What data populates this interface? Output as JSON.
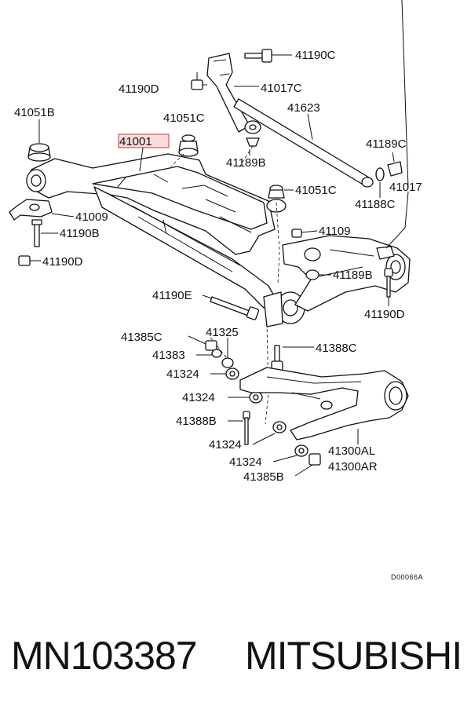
{
  "labels": {
    "l41190C_top": "41190C",
    "l41190D_top": "41190D",
    "l41017C": "41017C",
    "l41051B": "41051B",
    "l41051C_top": "41051C",
    "l41623": "41623",
    "l41001": "41001",
    "l41189B_top": "41189B",
    "l41189C": "41189C",
    "l41051C_mid": "41051C",
    "l41017": "41017",
    "l41188C": "41188C",
    "l41009": "41009",
    "l41190B": "41190B",
    "l41109": "41109",
    "l41190D_left": "41190D",
    "l41189B_right": "41189B",
    "l41190E": "41190E",
    "l41190D_right": "41190D",
    "l41385C": "41385C",
    "l41325": "41325",
    "l41388C": "41388C",
    "l41383": "41383",
    "l41324_a": "41324",
    "l41324_b": "41324",
    "l41388B": "41388B",
    "l41324_c": "41324",
    "l41300AL": "41300AL",
    "l41324_d": "41324",
    "l41300AR": "41300AR",
    "l41385B": "41385B"
  },
  "diagram_code": "D00066A",
  "footer": {
    "part_number": "MN103387",
    "brand": "MITSUBISHI"
  },
  "colors": {
    "highlight": "#d9534f",
    "line": "#111111"
  }
}
